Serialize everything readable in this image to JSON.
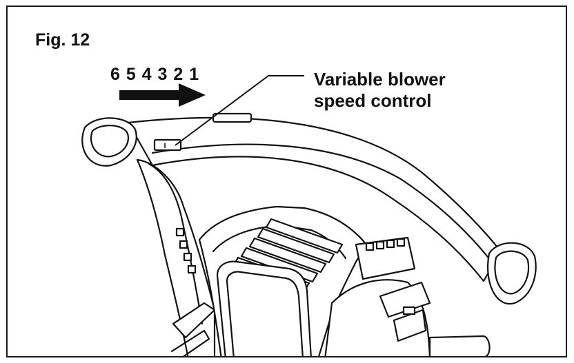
{
  "figure": {
    "label": "Fig. 12",
    "speed_scale": "6 5 4 3 2 1",
    "callout_line1": "Variable blower",
    "callout_line2": "speed control",
    "switch_mark": "I"
  },
  "colors": {
    "ink": "#111111",
    "fill": "#ffffff"
  }
}
